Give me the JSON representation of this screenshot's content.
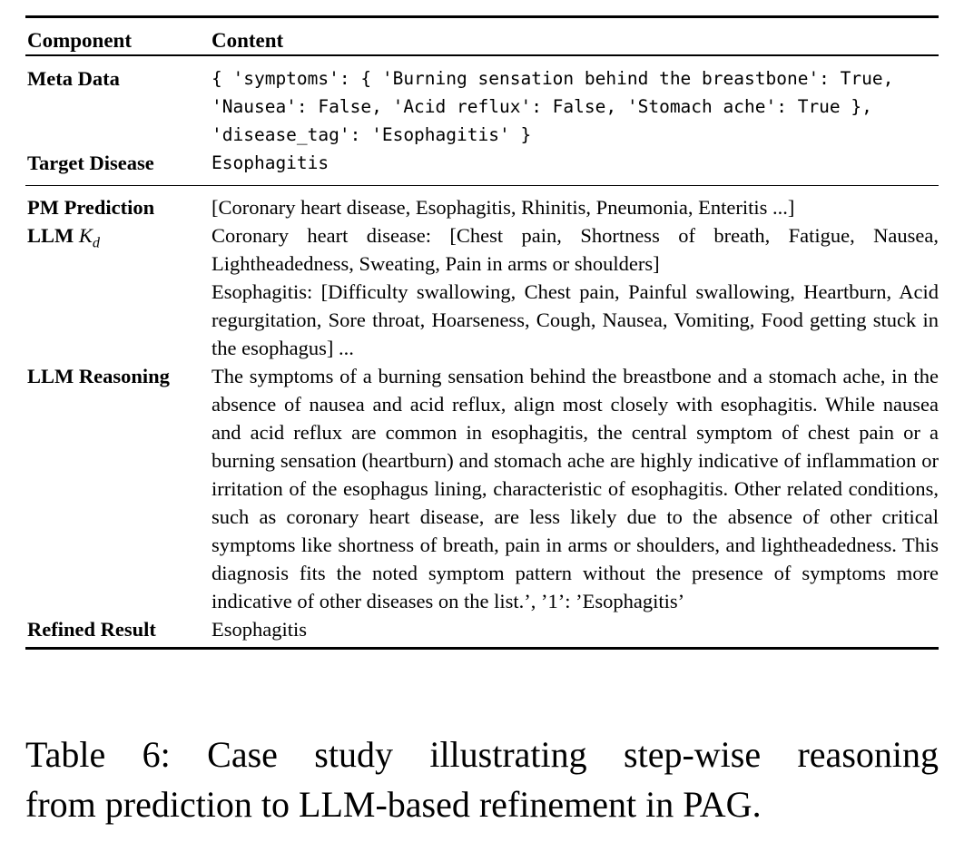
{
  "table": {
    "header": {
      "component": "Component",
      "content": "Content"
    },
    "rows": {
      "meta_data": {
        "label": "Meta Data",
        "content": "{ 'symptoms': { 'Burning sensation behind the breastbone': True, 'Nausea': False, 'Acid reflux': False, 'Stomach ache': True }, 'disease_tag': 'Esophagitis' }"
      },
      "target_disease": {
        "label": "Target Disease",
        "content": "Esophagitis"
      },
      "pm_prediction": {
        "label": "PM Prediction",
        "content": "[Coronary heart disease, Esophagitis, Rhinitis, Pneumonia, Enteritis ...]"
      },
      "llm_kd": {
        "label_prefix": "LLM",
        "label_math": "K",
        "label_sub": "d",
        "content_1": "Coronary heart disease: [Chest pain, Shortness of breath, Fatigue, Nausea, Lightheadedness, Sweating, Pain in arms or shoulders]",
        "content_2": "Esophagitis: [Difficulty swallowing, Chest pain, Painful swallowing, Heartburn, Acid regurgitation, Sore throat, Hoarseness, Cough, Nausea, Vomiting, Food getting stuck in the esophagus] ..."
      },
      "llm_reasoning": {
        "label": "LLM Reasoning",
        "content": "The symptoms of a burning sensation behind the breastbone and a stomach ache, in the absence of nausea and acid reflux, align most closely with esophagitis. While nausea and acid reflux are common in esophagitis, the central symptom of chest pain or a burning sensation (heartburn) and stomach ache are highly indicative of inflammation or irritation of the esophagus lining, characteristic of esophagitis. Other related conditions, such as coronary heart disease, are less likely due to the absence of other critical symptoms like shortness of breath, pain in arms or shoulders, and lightheadedness. This diagnosis fits the noted symptom pattern without the presence of symptoms more indicative of other diseases on the list.’, ’1’: ’Esophagitis’"
      },
      "refined_result": {
        "label": "Refined Result",
        "content": "Esophagitis"
      }
    }
  },
  "caption": {
    "line1": "Table 6:  Case study illustrating step-wise reasoning",
    "line2": "from prediction to LLM-based refinement in PAG."
  }
}
